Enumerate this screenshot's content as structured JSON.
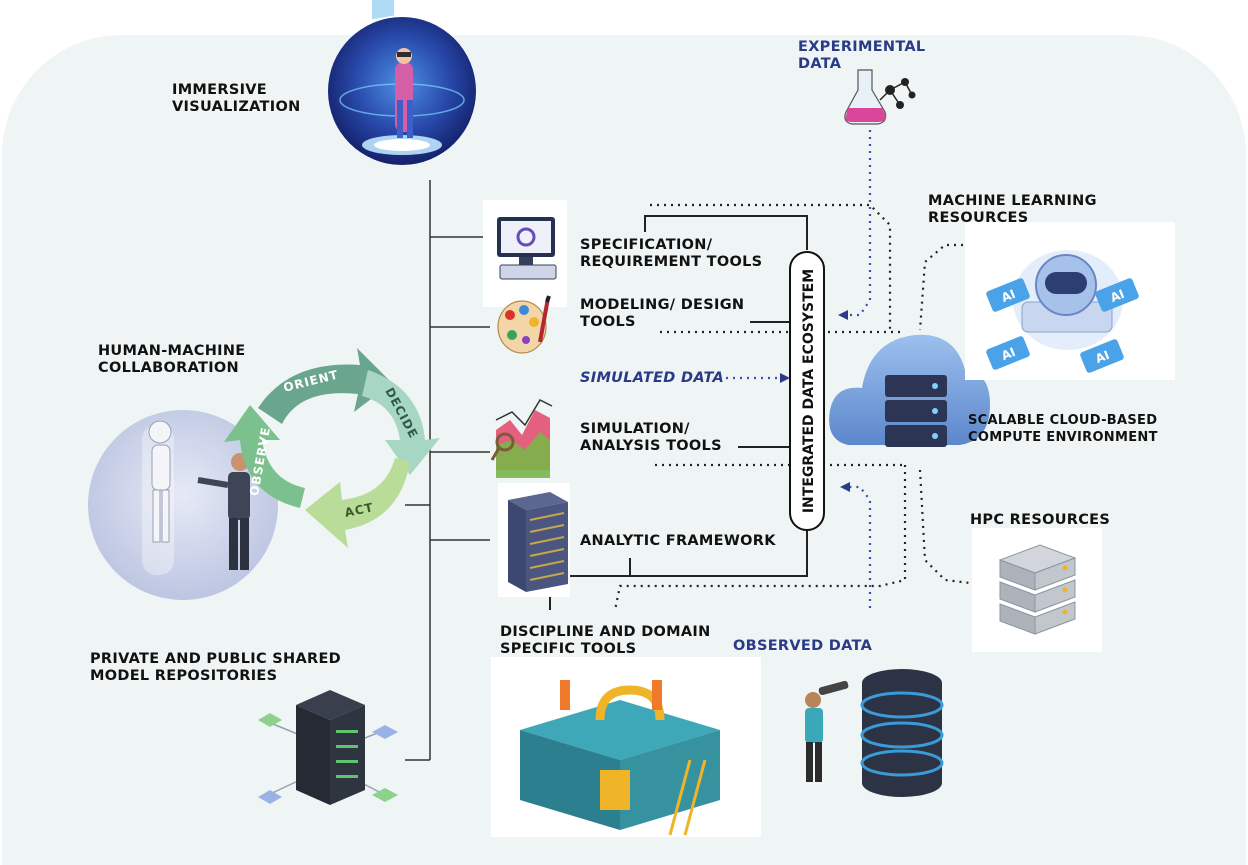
{
  "labels": {
    "immersive": [
      "IMMERSIVE",
      "VISUALIZATION"
    ],
    "experimental": [
      "EXPERIMENTAL",
      "DATA"
    ],
    "ml": [
      "MACHINE LEARNING",
      "RESOURCES"
    ],
    "spec": [
      "SPECIFICATION/",
      "REQUIREMENT TOOLS"
    ],
    "modeling": [
      "MODELING/ DESIGN",
      "TOOLS"
    ],
    "simulated": "SIMULATED DATA",
    "simulation": [
      "SIMULATION/",
      "ANALYSIS TOOLS"
    ],
    "analytic": "ANALYTIC FRAMEWORK",
    "hmc": [
      "HUMAN-MACHINE",
      "COLLABORATION"
    ],
    "cloud": [
      "SCALABLE CLOUD-BASED",
      "COMPUTE ENVIRONMENT"
    ],
    "hpc": "HPC RESOURCES",
    "discipline": [
      "DISCIPLINE AND DOMAIN",
      "SPECIFIC TOOLS"
    ],
    "observed": "OBSERVED DATA",
    "repos": [
      "PRIVATE AND PUBLIC SHARED",
      "MODEL REPOSITORIES"
    ],
    "ecosystem": "INTEGRATED DATA ECOSYSTEM"
  },
  "ooda": {
    "orient": "ORIENT",
    "decide": "DECIDE",
    "act": "ACT",
    "observe": "OBSERVE"
  },
  "ai_chips": [
    "AI",
    "AI",
    "AI",
    "AI"
  ],
  "colors": {
    "text": "#111111",
    "blue_text": "#2a3a86",
    "dotted_blue": "#3a4db0",
    "arrow_green": "#7bb58d",
    "cloud_blue": "#6f9ad6",
    "globe": "#1c2f86",
    "background": "#eef5f4"
  }
}
